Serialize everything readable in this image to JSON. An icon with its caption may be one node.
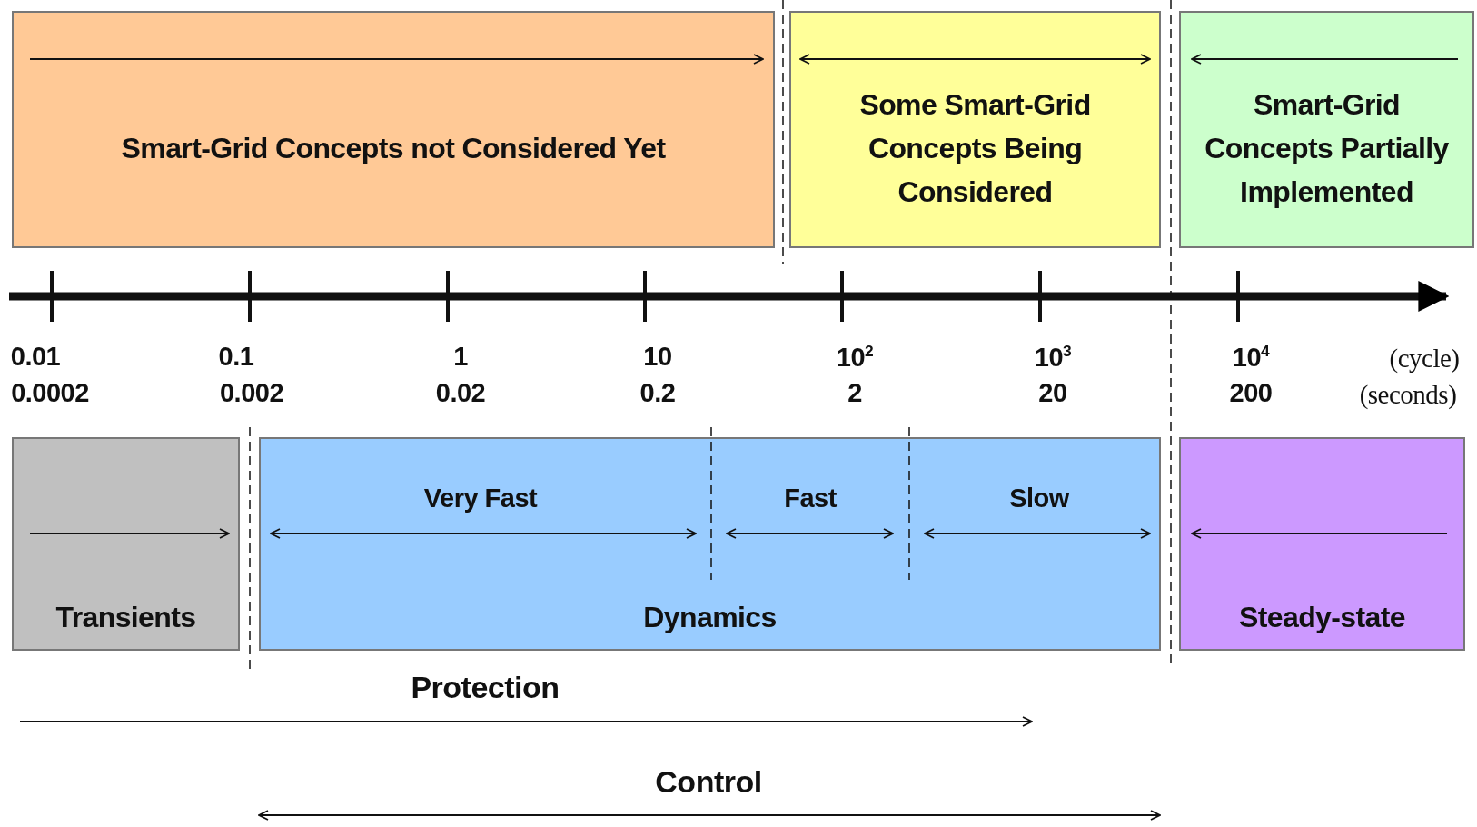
{
  "diagram": {
    "nodes": [
      {
        "text": [
          "Smart-Grid Concepts not Considered Yet"
        ]
      },
      {
        "text": [
          "Some Smart-Grid Concepts Being Considered"
        ]
      },
      {
        "text": [
          "Smart-Grid Concepts Partially Implemented"
        ]
      },
      {
        "text": [
          "Transients"
        ]
      },
      {
        "text": [
          "Dynamics"
        ]
      },
      {
        "text": [
          "Steady-state"
        ]
      }
    ],
    "labels": [
      "0.01",
      "0.1",
      "1",
      "10",
      "10$^{2}$",
      "10$^{3}$",
      "10$^{4}$",
      "(cycle)",
      "0.0002",
      "0.002",
      "0.02",
      "0.2",
      "2",
      "20",
      "200",
      "(seconds)",
      "Very Fast",
      "Fast",
      "Slow",
      "Protection",
      "Control"
    ]
  }
}
